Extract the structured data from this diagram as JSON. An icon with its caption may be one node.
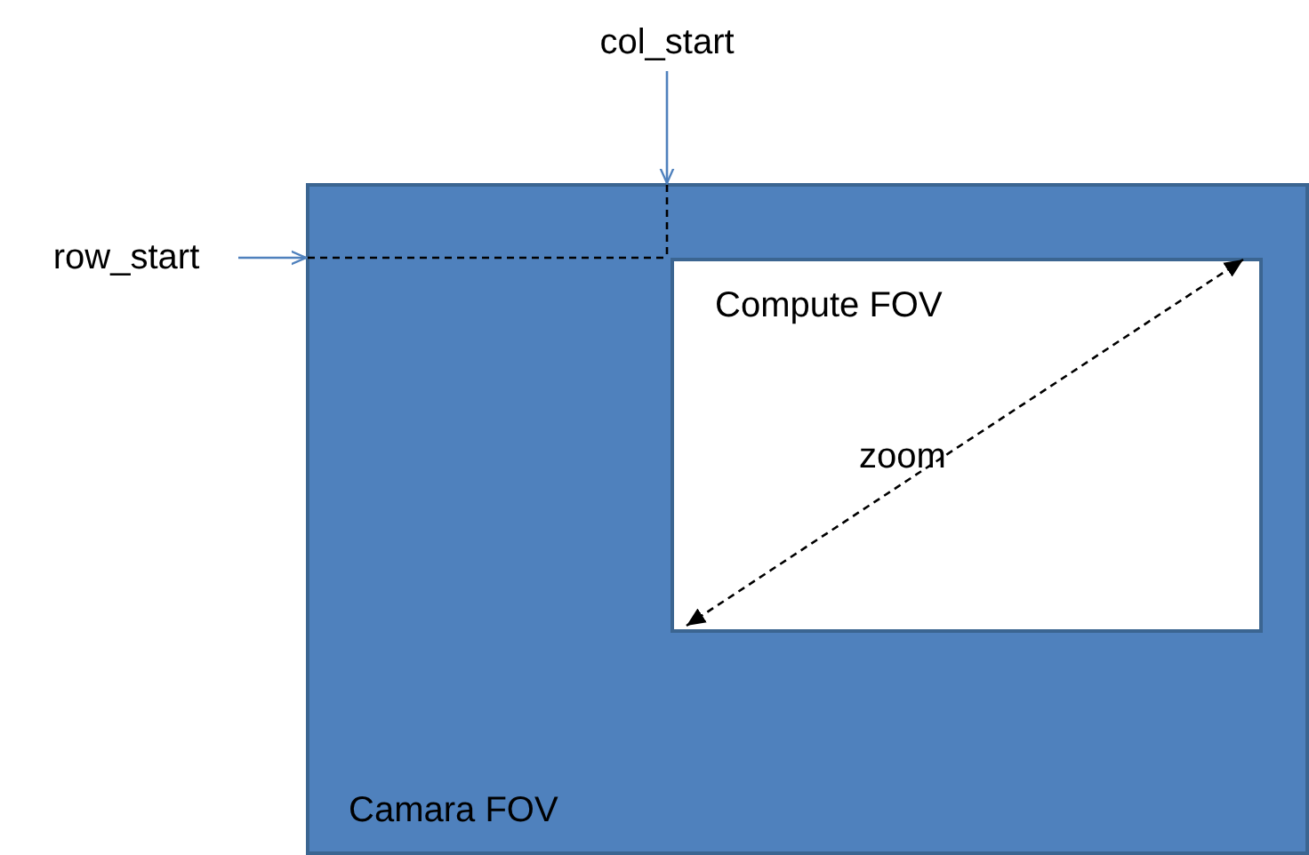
{
  "diagram": {
    "nodes": [
      {
        "text": [
          "Camara FOV"
        ]
      },
      {
        "text": [
          "Compute FOV"
        ],
        "in": 0
      },
      {
        "text": [
          "col_start"
        ]
      },
      {
        "text": [
          "row_start"
        ]
      }
    ],
    "edges": [
      {
        "from": 2,
        "to": 0,
        "arrow": "to"
      },
      {
        "from": 3,
        "to": 0,
        "arrow": "to"
      }
    ],
    "labels": [
      "zoom"
    ]
  }
}
